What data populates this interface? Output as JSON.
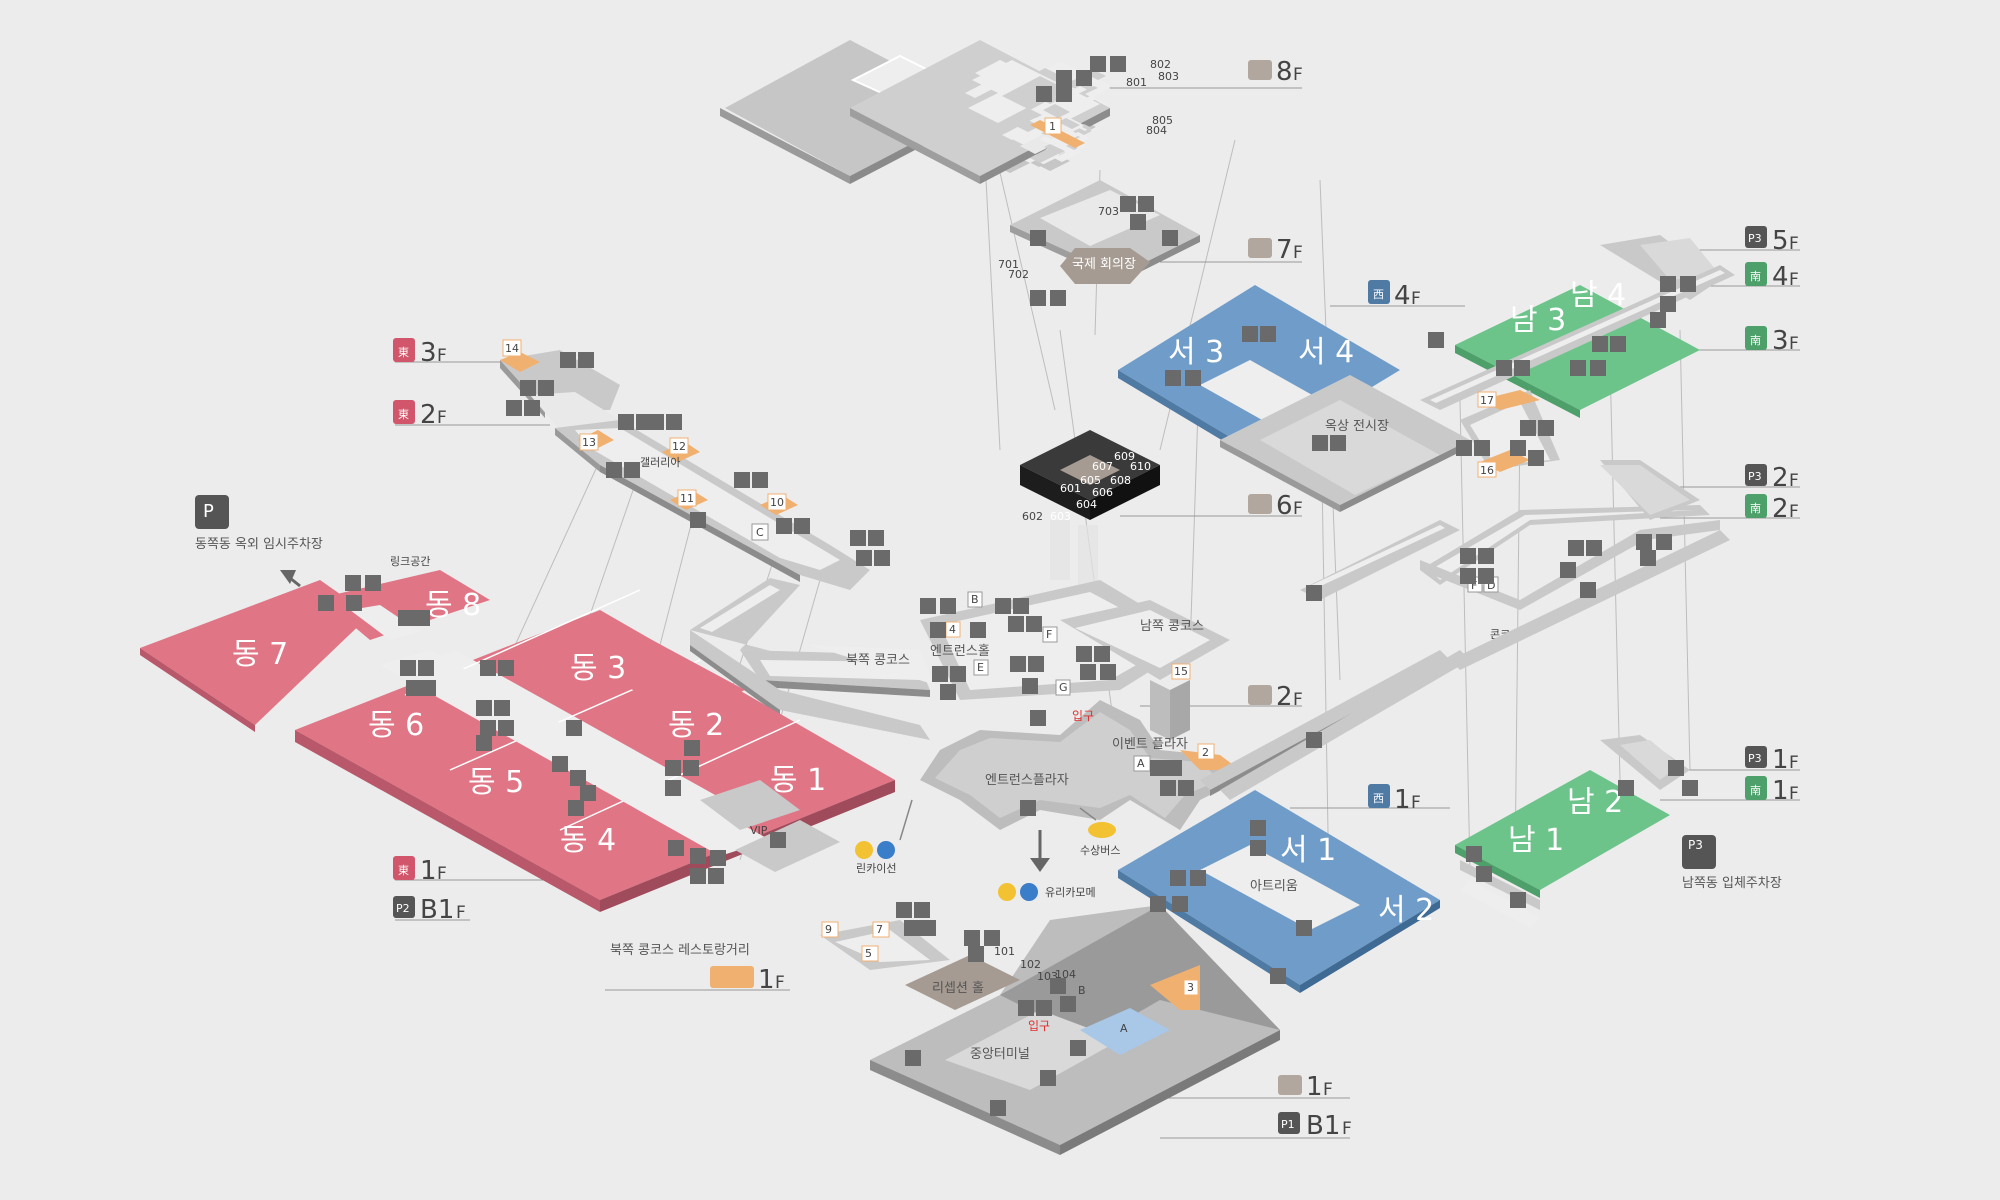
{
  "colors": {
    "east": "#e07585",
    "west": "#6f9cc8",
    "south": "#6cc48a",
    "conv": "#bdb3a9",
    "floor": "#c9c9c9",
    "floorTop": "#dcdcdc",
    "orange": "#f0b070",
    "parking": "#555555"
  },
  "east_wing": {
    "halls": [
      "동 1",
      "동 2",
      "동 3",
      "동 4",
      "동 5",
      "동 6",
      "동 7",
      "동 8"
    ],
    "gallery": "갤러리아",
    "link_space": "링크공간",
    "outdoor_parking": "동쪽동 옥외 임시주차장",
    "floor_3": {
      "char": "東",
      "label": "3",
      "unit": "F"
    },
    "floor_2": {
      "char": "東",
      "label": "2",
      "unit": "F"
    },
    "floor_1": {
      "char": "東",
      "label": "1",
      "unit": "F"
    },
    "floor_b1": {
      "badge": "P2",
      "label": "B1",
      "unit": "F"
    },
    "rooms": [
      "14",
      "13",
      "12",
      "11",
      "10",
      "C"
    ]
  },
  "west_wing": {
    "halls": [
      "서 1",
      "서 2",
      "서 3",
      "서 4"
    ],
    "rooftop": "옥상 전시장",
    "atrium": "아트리움",
    "floor_4": {
      "char": "西",
      "label": "4",
      "unit": "F"
    },
    "floor_1": {
      "char": "西",
      "label": "1",
      "unit": "F"
    }
  },
  "south_wing": {
    "halls": [
      "남 1",
      "남 2",
      "남 3",
      "남 4"
    ],
    "concourse": "콘코스",
    "parking": "남쪽동 입체주차장",
    "floor_5": {
      "badge": "P3",
      "label": "5",
      "unit": "F"
    },
    "floor_4": {
      "char": "南",
      "label": "4",
      "unit": "F"
    },
    "floor_3": {
      "char": "南",
      "label": "3",
      "unit": "F"
    },
    "floor_2p": {
      "badge": "P3",
      "label": "2",
      "unit": "F"
    },
    "floor_2": {
      "char": "南",
      "label": "2",
      "unit": "F"
    },
    "floor_1p": {
      "badge": "P3",
      "label": "1",
      "unit": "F"
    },
    "floor_1": {
      "char": "南",
      "label": "1",
      "unit": "F"
    },
    "rooms": [
      "17",
      "16",
      "F",
      "D"
    ]
  },
  "conference_tower": {
    "floor_8": {
      "label": "8",
      "unit": "F"
    },
    "floor_7": {
      "label": "7",
      "unit": "F"
    },
    "floor_6": {
      "label": "6",
      "unit": "F"
    },
    "international_hall": "국제 회의장",
    "rooms_8": [
      "801",
      "802",
      "803",
      "804",
      "805",
      "1"
    ],
    "rooms_7": [
      "701",
      "702",
      "703"
    ],
    "rooms_6": [
      "601",
      "602",
      "603",
      "604",
      "605",
      "606",
      "607",
      "608",
      "609",
      "610"
    ]
  },
  "central": {
    "north_concourse": "북쪽 콩코스",
    "south_concourse": "남쪽 콩코스",
    "entrance_hall": "엔트런스홀",
    "entrance_plaza": "엔트런스플라자",
    "event_plaza": "이벤트 플라자",
    "entrance": "입구",
    "floor_2": {
      "label": "2",
      "unit": "F"
    },
    "rinkai": "린카이선",
    "yurikamome": "유리카모메",
    "water_bus": "수상버스",
    "rooms": [
      "B",
      "4",
      "E",
      "F",
      "G",
      "15",
      "A",
      "2"
    ]
  },
  "bottom": {
    "reception": "리셉션 홀",
    "terminal": "중앙터미널",
    "entrance": "입구",
    "restaurant_street": "북쪽 콩코스 레스토랑거리",
    "floor_1": {
      "label": "1",
      "unit": "F"
    },
    "floor_1b": {
      "label": "1",
      "unit": "F"
    },
    "floor_b1": {
      "badge": "P1",
      "label": "B1",
      "unit": "F"
    },
    "rooms": [
      "101",
      "102",
      "103",
      "104",
      "A",
      "B",
      "3",
      "9",
      "7",
      "5"
    ],
    "vip": "VIP"
  },
  "icons": {
    "parking": "parking-icon",
    "arrow": "arrow-icon",
    "rinkai": "rinkai-line-icon",
    "yurikamome": "yurikamome-icon",
    "bus": "water-bus-icon"
  }
}
